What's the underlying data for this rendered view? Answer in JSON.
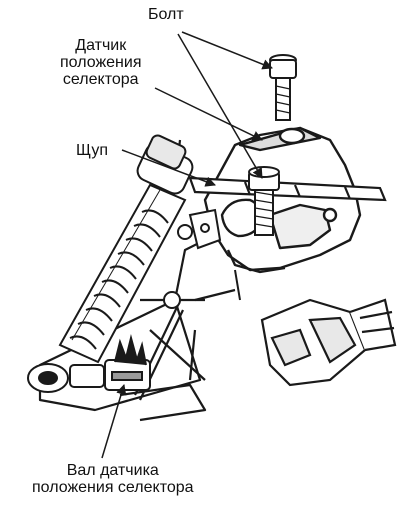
{
  "callouts": {
    "bolt": "Болт",
    "sensor_line1": "Датчик",
    "sensor_line2": "положения",
    "sensor_line3": "селектора",
    "probe": "Щуп",
    "shaft_line1": "Вал датчика",
    "shaft_line2": "положения селектора"
  },
  "colors": {
    "ink": "#1a1a1a",
    "paper": "#ffffff",
    "shade": "#9a9a9a"
  }
}
